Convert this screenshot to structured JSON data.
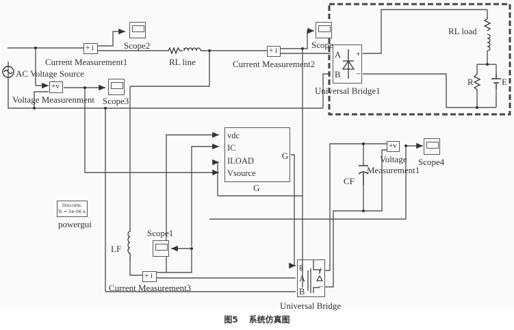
{
  "figure": {
    "caption_number": "图5",
    "caption_text": "系统仿真图"
  },
  "blocks": {
    "ac_source": {
      "label": "AC Voltage Source",
      "icon": "ac-source-icon"
    },
    "current_meas1": {
      "label": "Current Measurement1",
      "glyph": "+ i"
    },
    "current_meas2": {
      "label": "Current Measurement2",
      "glyph": "+ i"
    },
    "current_meas3": {
      "label": "Current Measurement3",
      "glyph": "+ i"
    },
    "voltage_meas": {
      "label": "Voltage Measurenment",
      "glyph": "+v"
    },
    "voltage_meas1": {
      "label_line1": "Voltage",
      "label_line2": "Measurement1",
      "glyph": "+v"
    },
    "scope": {
      "label": "Scope"
    },
    "scope1": {
      "label": "Scope1"
    },
    "scope2": {
      "label": "Scope2"
    },
    "scope3": {
      "label": "Scope3"
    },
    "scope4": {
      "label": "Scope4"
    },
    "rl_line": {
      "label": "RL line"
    },
    "rl_load": {
      "label": "RL load"
    },
    "resistor_r": {
      "label": "R"
    },
    "battery_e": {
      "label": "E"
    },
    "universal_bridge1": {
      "label": "Universal Bridge1",
      "ports_left": [
        "A",
        "B"
      ],
      "ports_right": [
        "+",
        "−"
      ]
    },
    "universal_bridge": {
      "label": "Universal Bridge",
      "ports_left": [
        "g",
        "A",
        "B"
      ],
      "ports_right": [
        "+",
        "−"
      ]
    },
    "controller": {
      "label": "G",
      "inputs": [
        "vdc",
        "IC",
        "ILOAD",
        "Vsource"
      ],
      "output": "G"
    },
    "cf": {
      "label": "CF"
    },
    "lf": {
      "label": "LF"
    },
    "powergui": {
      "label": "powergui",
      "line1": "Discrete,",
      "line2": "Ts = 5e-06 s."
    }
  }
}
